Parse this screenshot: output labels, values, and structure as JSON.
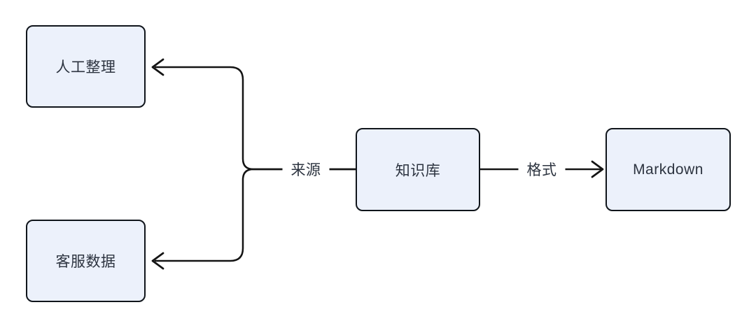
{
  "diagram": {
    "type": "flowchart",
    "nodes": [
      {
        "id": "manual",
        "label": "人工整理"
      },
      {
        "id": "service",
        "label": "客服数据"
      },
      {
        "id": "kb",
        "label": "知识库"
      },
      {
        "id": "markdown",
        "label": "Markdown"
      }
    ],
    "edges": [
      {
        "from": "kb",
        "to": "manual",
        "label": "来源"
      },
      {
        "from": "kb",
        "to": "service",
        "label": "来源"
      },
      {
        "from": "kb",
        "to": "markdown",
        "label": "格式"
      }
    ],
    "edge_labels": {
      "source": "来源",
      "format": "格式"
    },
    "colors": {
      "background": "#ffffff",
      "node_fill": "#ecf1fb",
      "stroke": "#141414",
      "text": "#2d3440"
    }
  }
}
